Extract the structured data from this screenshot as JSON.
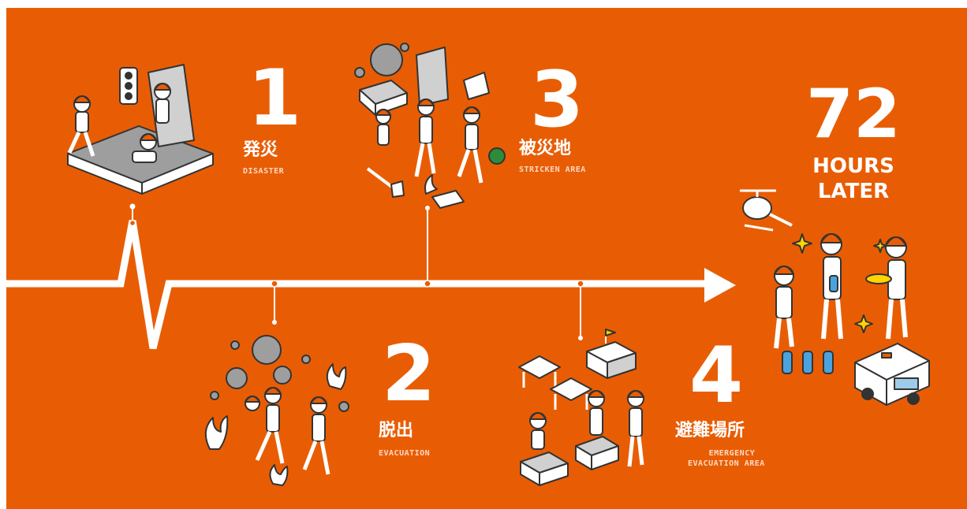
{
  "colors": {
    "background": "#e85d04",
    "ink": "#ffffff",
    "sub": "#ffd8c2",
    "gray": "#a6a6a6"
  },
  "stages": [
    {
      "number": "1",
      "jp": "発災",
      "en": "DISASTER"
    },
    {
      "number": "2",
      "jp": "脱出",
      "en": "EVACUATION"
    },
    {
      "number": "3",
      "jp": "被災地",
      "en": "STRICKEN AREA"
    },
    {
      "number": "4",
      "jp": "避難場所",
      "en_line1": "EMERGENCY",
      "en_line2": "EVACUATION AREA"
    }
  ],
  "final": {
    "number": "72",
    "line1": "HOURS",
    "line2": "LATER"
  },
  "icons": [
    "earthquake-illustration",
    "evacuation-illustration",
    "stricken-area-illustration",
    "evacuation-area-illustration",
    "rescue-supplies-illustration"
  ]
}
